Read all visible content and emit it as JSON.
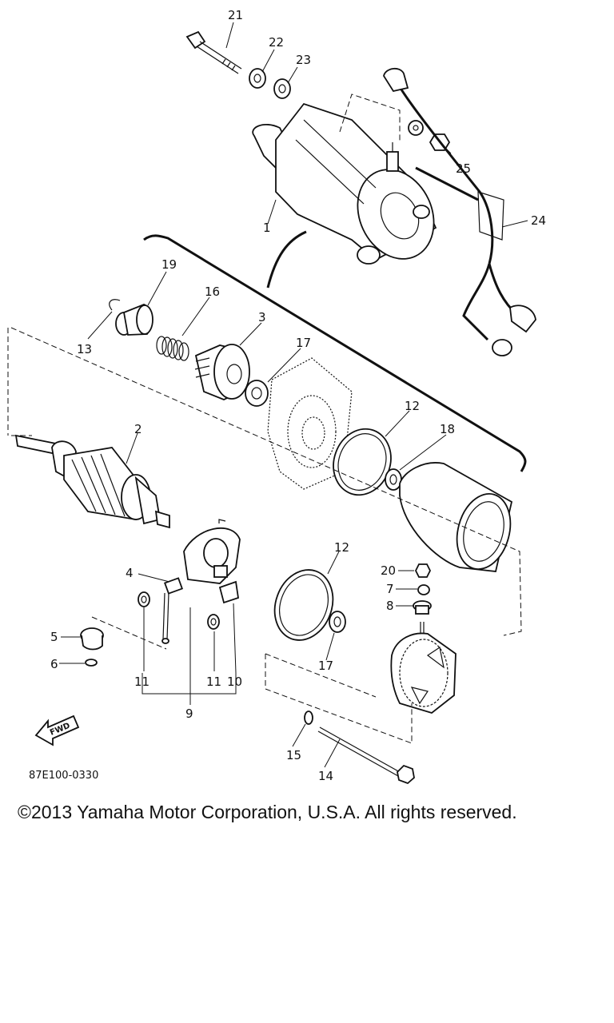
{
  "diagram": {
    "drawing_code": "87E100-0330",
    "fwd_label": "FWD",
    "callouts": {
      "c21": "21",
      "c22": "22",
      "c23": "23",
      "c25": "25",
      "c24": "24",
      "c1": "1",
      "c19": "19",
      "c16": "16",
      "c3": "3",
      "c17a": "17",
      "c13": "13",
      "c12a": "12",
      "c18": "18",
      "c2": "2",
      "c4": "4",
      "c12b": "12",
      "c20": "20",
      "c7": "7",
      "c8": "8",
      "c5": "5",
      "c6": "6",
      "c11a": "11",
      "c11b": "11",
      "c10": "10",
      "c9": "9",
      "c17b": "17",
      "c15": "15",
      "c14": "14"
    }
  },
  "footer": {
    "copyright": "©2013 Yamaha Motor Corporation, U.S.A. All rights reserved."
  }
}
